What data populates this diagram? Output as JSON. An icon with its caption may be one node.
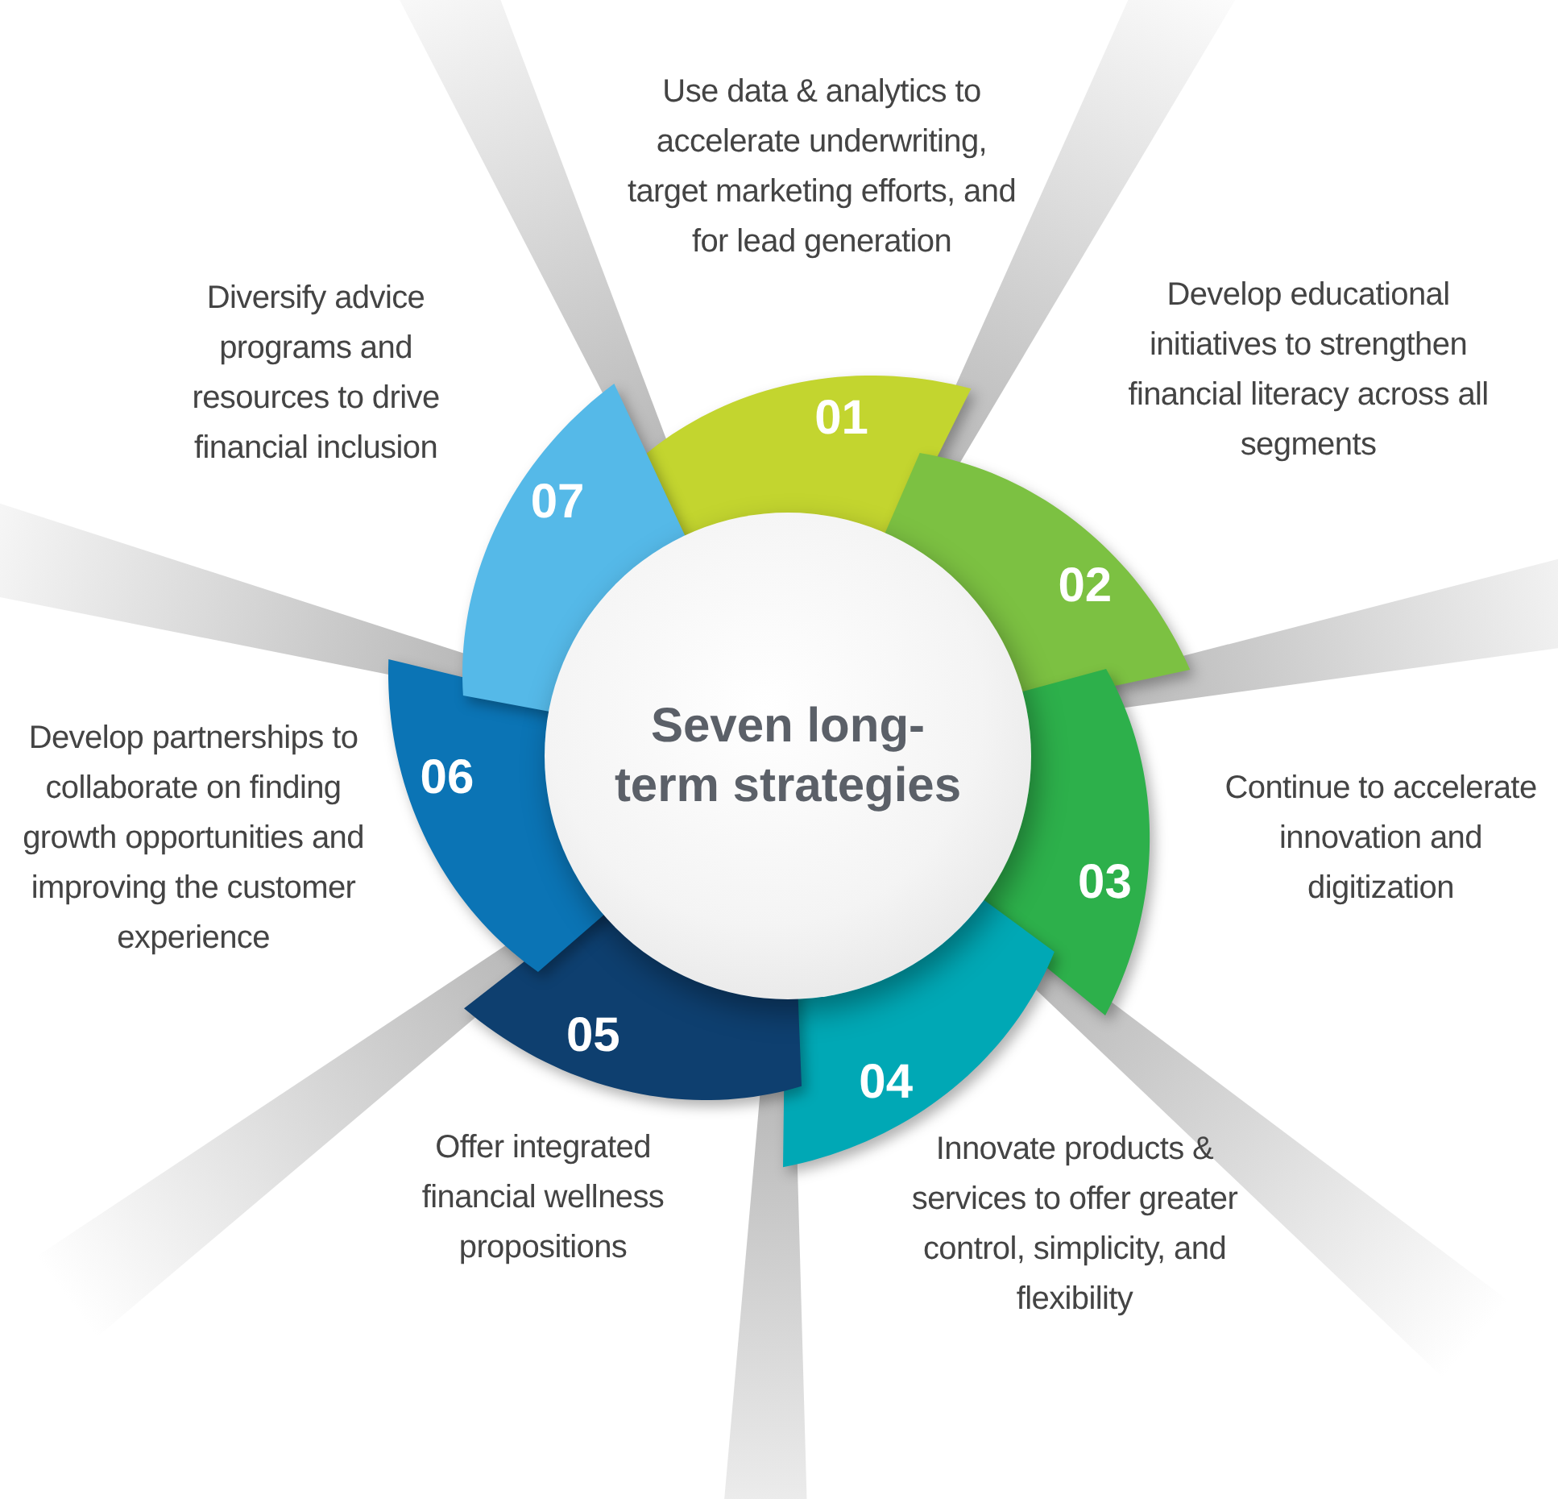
{
  "diagram": {
    "nodes": [
      {
        "text": [
          "Seven long-term strategies"
        ]
      },
      {
        "text": [
          "01"
        ],
        "beside": [
          "Use data & analytics to accelerate underwriting, target marketing efforts, and for lead generation"
        ]
      },
      {
        "text": [
          "02"
        ],
        "beside": [
          "Develop educational initiatives to strengthen financial literacy across all segments"
        ]
      },
      {
        "text": [
          "03"
        ],
        "beside": [
          "Continue to accelerate innovation and digitization"
        ]
      },
      {
        "text": [
          "04"
        ],
        "beside": [
          "Innovate products & services to offer greater control, simplicity, and flexibility"
        ]
      },
      {
        "text": [
          "05"
        ],
        "beside": [
          "Offer integrated financial wellness propositions"
        ]
      },
      {
        "text": [
          "06"
        ],
        "beside": [
          "Develop partnerships to collaborate on finding growth opportunities and improving the customer experience"
        ]
      },
      {
        "text": [
          "07"
        ],
        "beside": [
          "Diversify advice programs and resources to drive financial inclusion"
        ]
      }
    ],
    "edges": []
  }
}
